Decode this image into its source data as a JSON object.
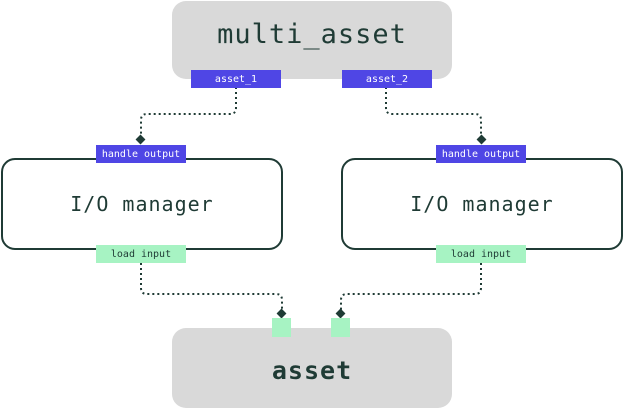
{
  "colors": {
    "node_gray": "#d9d9d9",
    "ink": "#1f3b35",
    "output_tag": "#4f46e5",
    "input_tag": "#a7f3c3"
  },
  "multi_asset": {
    "title": "multi_asset",
    "outputs": [
      "asset_1",
      "asset_2"
    ]
  },
  "io_managers": [
    {
      "title": "I/O manager",
      "output_label": "handle output",
      "input_label": "load input"
    },
    {
      "title": "I/O manager",
      "output_label": "handle output",
      "input_label": "load input"
    }
  ],
  "asset": {
    "title": "asset"
  }
}
